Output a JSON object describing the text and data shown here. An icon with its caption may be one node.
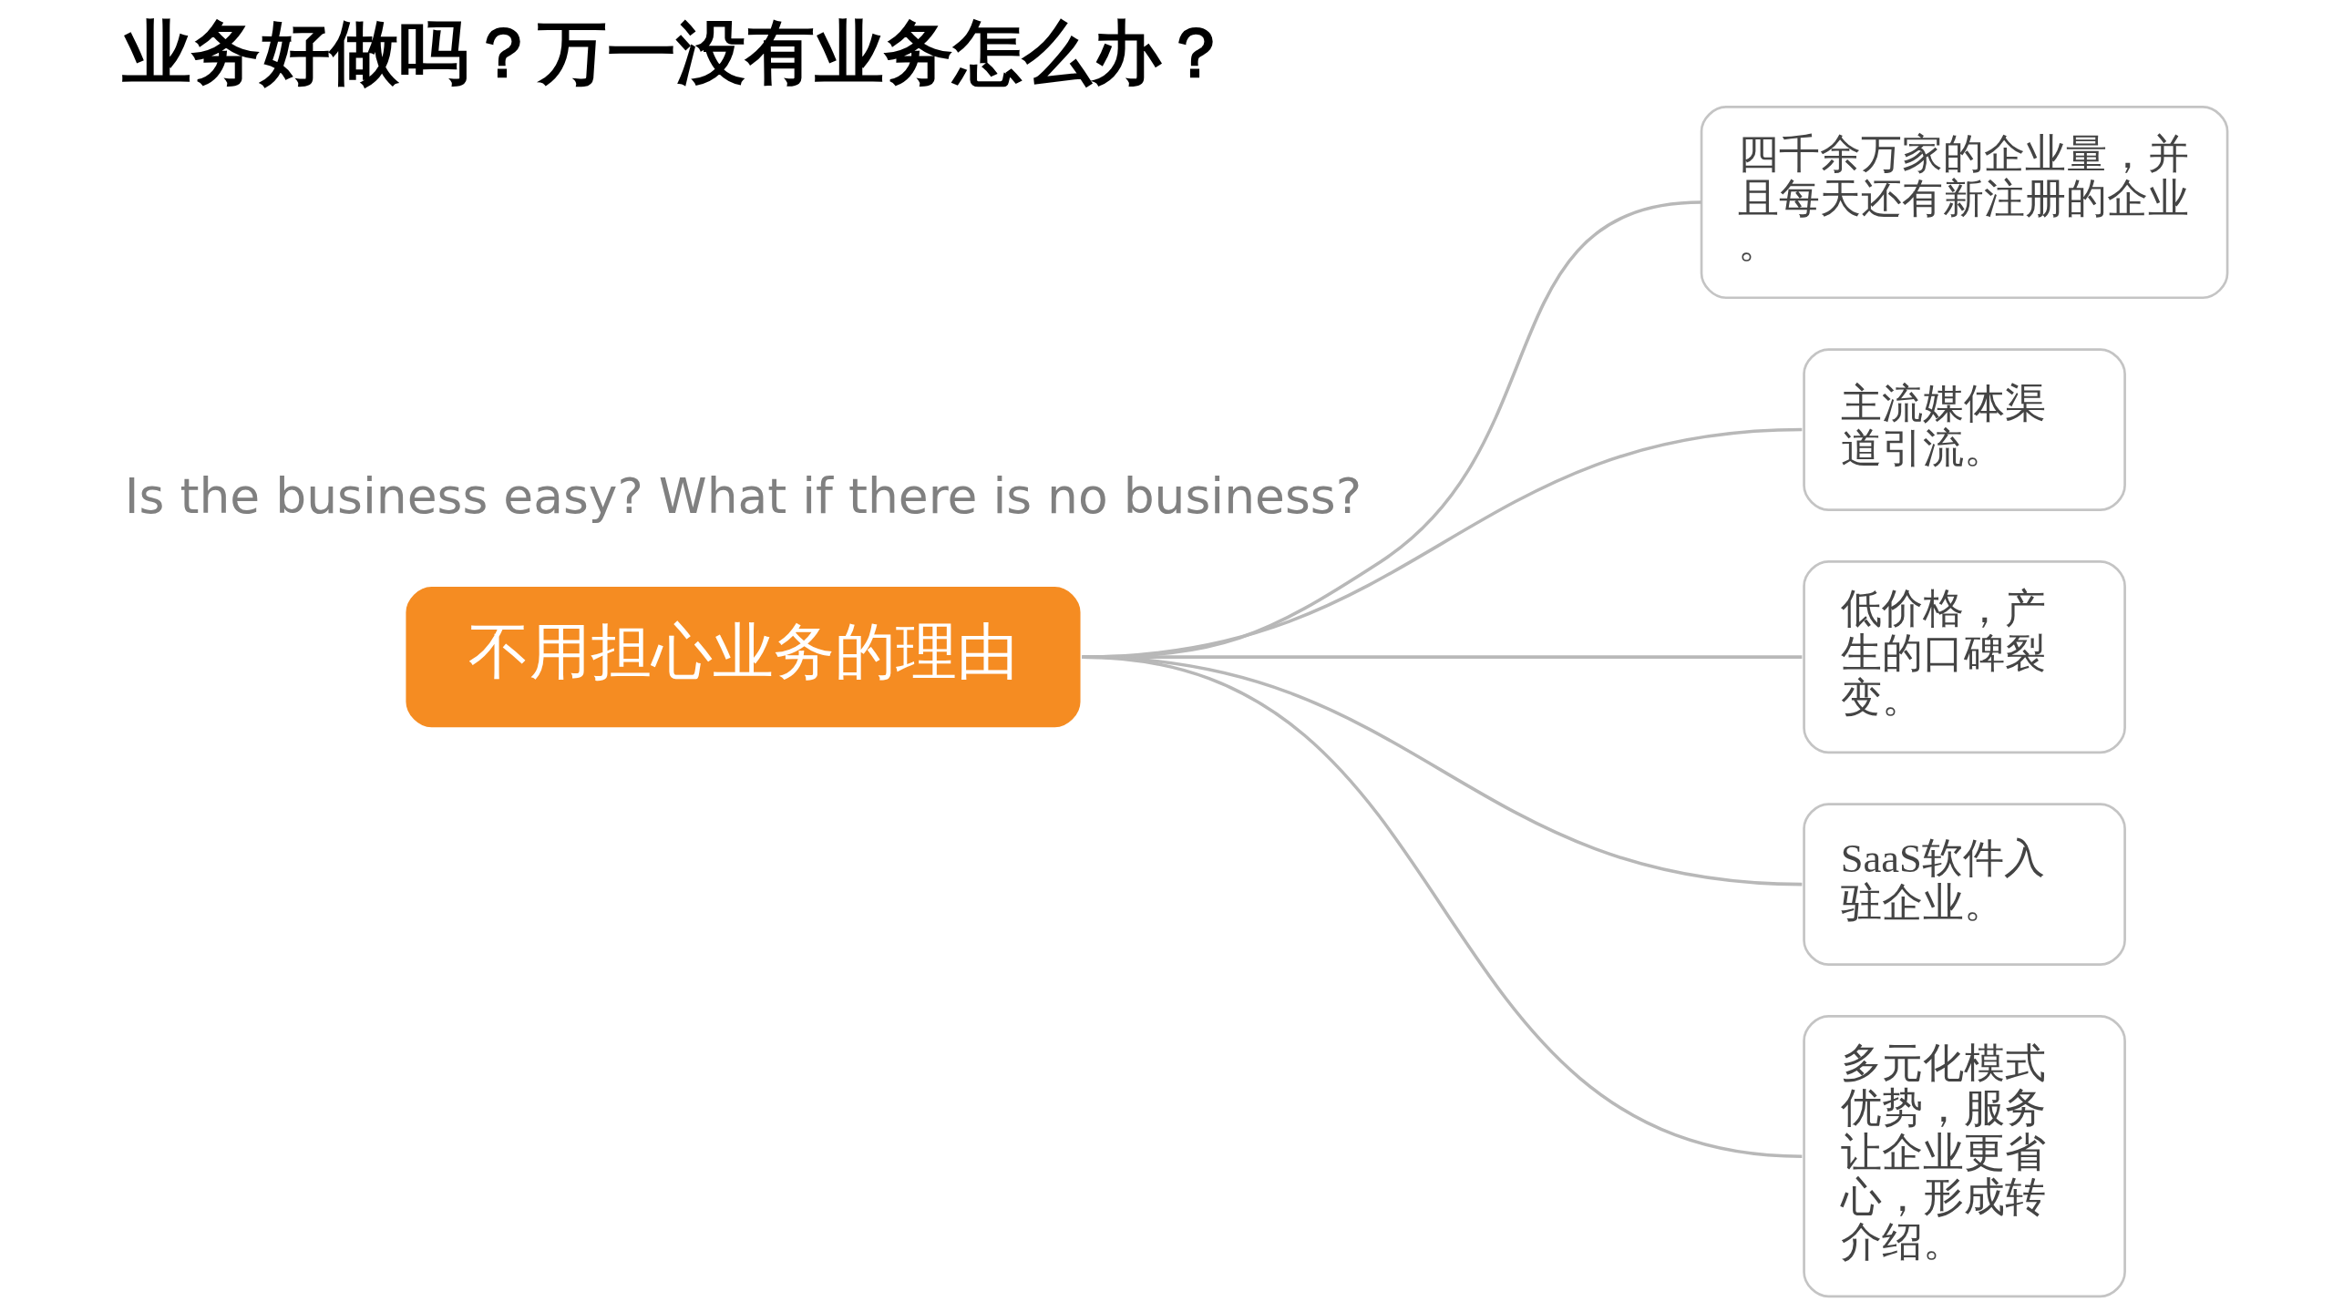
{
  "diagram": {
    "title": "业务好做吗？万一没有业务怎么办？",
    "nodes": [
      {
        "text": [
          "不用担心业务的理由"
        ]
      },
      {
        "text": [
          "四千余万家的企业量，并且每天还有新注册的企业。"
        ]
      },
      {
        "text": [
          "主流媒体渠道引流。"
        ]
      },
      {
        "text": [
          "低价格，产生的口碑裂变。"
        ]
      },
      {
        "text": [
          "SaaS软件入驻企业。"
        ]
      },
      {
        "text": [
          "多元化模式优势，服务让企业更省心，形成转介绍。"
        ]
      }
    ],
    "edges": [
      {
        "from": 0,
        "to": 1,
        "arrow": "none"
      },
      {
        "from": 0,
        "to": 2,
        "arrow": "none"
      },
      {
        "from": 0,
        "to": 3,
        "arrow": "none"
      },
      {
        "from": 0,
        "to": 4,
        "arrow": "none"
      },
      {
        "from": 0,
        "to": 5,
        "arrow": "none"
      }
    ],
    "labels": [
      "Is the business easy? What if there is no business?"
    ]
  }
}
